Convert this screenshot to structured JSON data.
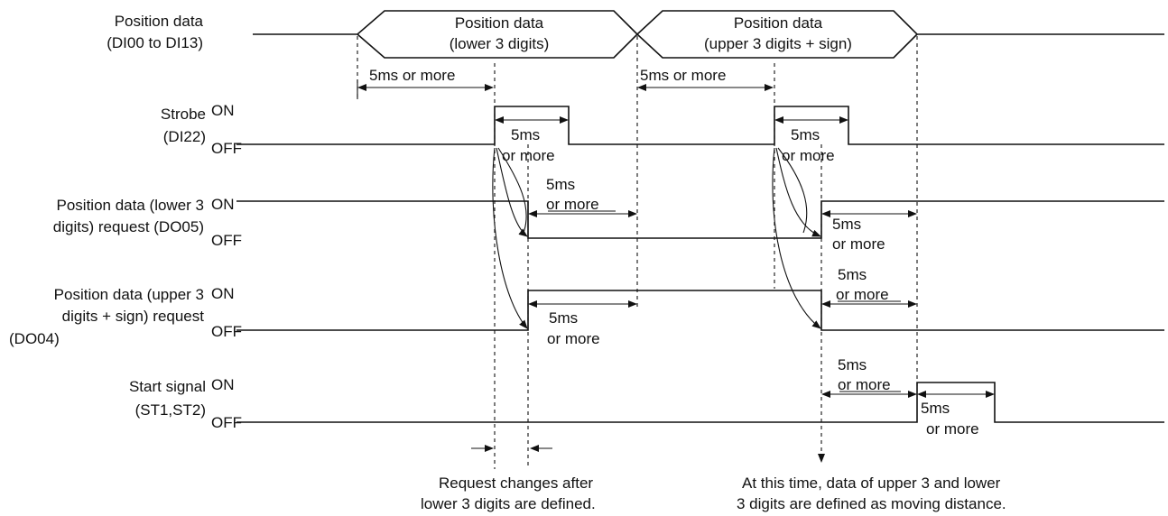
{
  "signals": {
    "position": {
      "label_1": "Position data",
      "label_2": "(DI00 to DI13)"
    },
    "strobe": {
      "label_1": "Strobe",
      "label_2": "(DI22)"
    },
    "lower_req": {
      "label_1": "Position data (lower 3",
      "label_2": "digits) request (DO05)"
    },
    "upper_req": {
      "label_1": "Position data (upper 3",
      "label_2": "digits + sign) request",
      "label_3": "(DO04)"
    },
    "start": {
      "label_1": "Start signal",
      "label_2": "(ST1,ST2)"
    }
  },
  "states": {
    "on": "ON",
    "off": "OFF"
  },
  "data_blocks": {
    "lower": {
      "line_1": "Position data",
      "line_2": "(lower 3 digits)"
    },
    "upper": {
      "line_1": "Position data",
      "line_2": "(upper 3 digits + sign)"
    }
  },
  "timing": {
    "t1": "5ms or more",
    "t2": "5ms or more",
    "a": "5ms",
    "b": "or more"
  },
  "notes": {
    "left_1": "Request changes after",
    "left_2": "lower 3 digits are defined.",
    "right_1": "At this time, data of upper 3 and lower",
    "right_2": "3 digits are defined as moving distance."
  }
}
